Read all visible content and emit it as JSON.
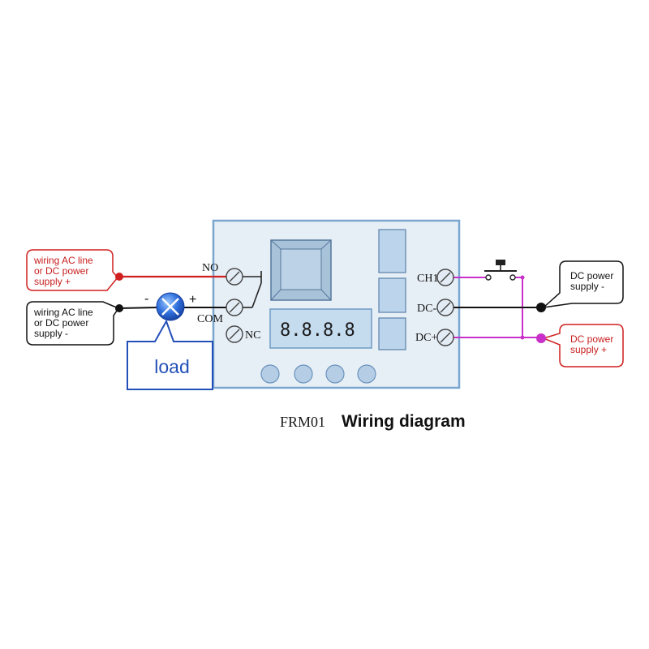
{
  "board": {
    "display": "8.8.8.8",
    "terminals_left": {
      "no": "NO",
      "com": "COM",
      "nc": "NC"
    },
    "terminals_right": {
      "ch1": "CH1",
      "dc_minus": "DC-",
      "dc_plus": "DC+"
    }
  },
  "load": {
    "label": "load",
    "minus_sign": "-",
    "plus_sign": "+"
  },
  "callouts": {
    "left_positive": [
      "wiring AC line",
      "or DC power",
      "supply +"
    ],
    "left_negative": [
      "wiring AC line",
      "or DC power",
      "supply -"
    ],
    "right_negative": [
      "DC power",
      "supply -"
    ],
    "right_positive": [
      "DC power",
      "supply +"
    ]
  },
  "caption": {
    "model": "FRM01",
    "title": "Wiring diagram"
  },
  "colors": {
    "positive_wire": "#d01f1f",
    "signal_wire": "#c930c9",
    "negative_wire": "#111111",
    "board_border": "#7aa6cf",
    "load_accent": "#2350b8"
  }
}
